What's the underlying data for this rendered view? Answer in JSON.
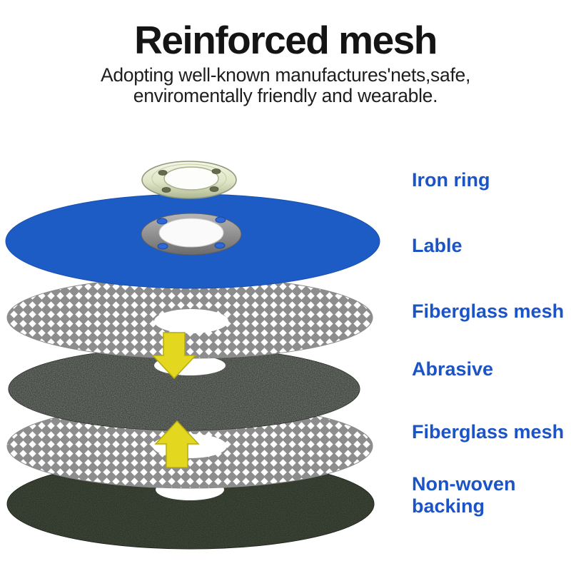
{
  "header": {
    "title": "Reinforced mesh",
    "subtitle_line1": "Adopting well-known manufactures'nets,safe,",
    "subtitle_line2": "enviromentally friendly and wearable."
  },
  "layer_labels": {
    "iron_ring": "Iron ring",
    "lable": "Lable",
    "fiberglass_mesh_top": "Fiberglass mesh",
    "abrasive": "Abrasive",
    "fiberglass_mesh_bottom": "Fiberglass mesh",
    "non_woven_backing": "Non-woven backing"
  },
  "diagram": {
    "type": "exploded-layer-stack",
    "layers_top_to_bottom": [
      "Iron ring",
      "Lable",
      "Fiberglass mesh",
      "Abrasive",
      "Fiberglass mesh",
      "Non-woven backing"
    ],
    "arrows": [
      {
        "name": "down-arrow",
        "direction": "down",
        "between": [
          "Fiberglass mesh",
          "Abrasive"
        ]
      },
      {
        "name": "up-arrow",
        "direction": "up",
        "between": [
          "Abrasive",
          "Fiberglass mesh"
        ]
      }
    ]
  },
  "colors": {
    "background": "#ffffff",
    "title_text": "#141414",
    "subtitle_text": "#1e1e1e",
    "label_text": "#1b54c6",
    "disc_blue": "#1d5cc4",
    "mesh_gray": "#8d8d8d",
    "abrasive_dark": "#2a2e29",
    "non_woven_dark": "#222a1d",
    "arrow_yellow": "#e4d71f",
    "arrow_edge": "#b5aa10",
    "iron_ring_metal": "#dfe5c6",
    "hub_gray": "#8f8f8f"
  }
}
